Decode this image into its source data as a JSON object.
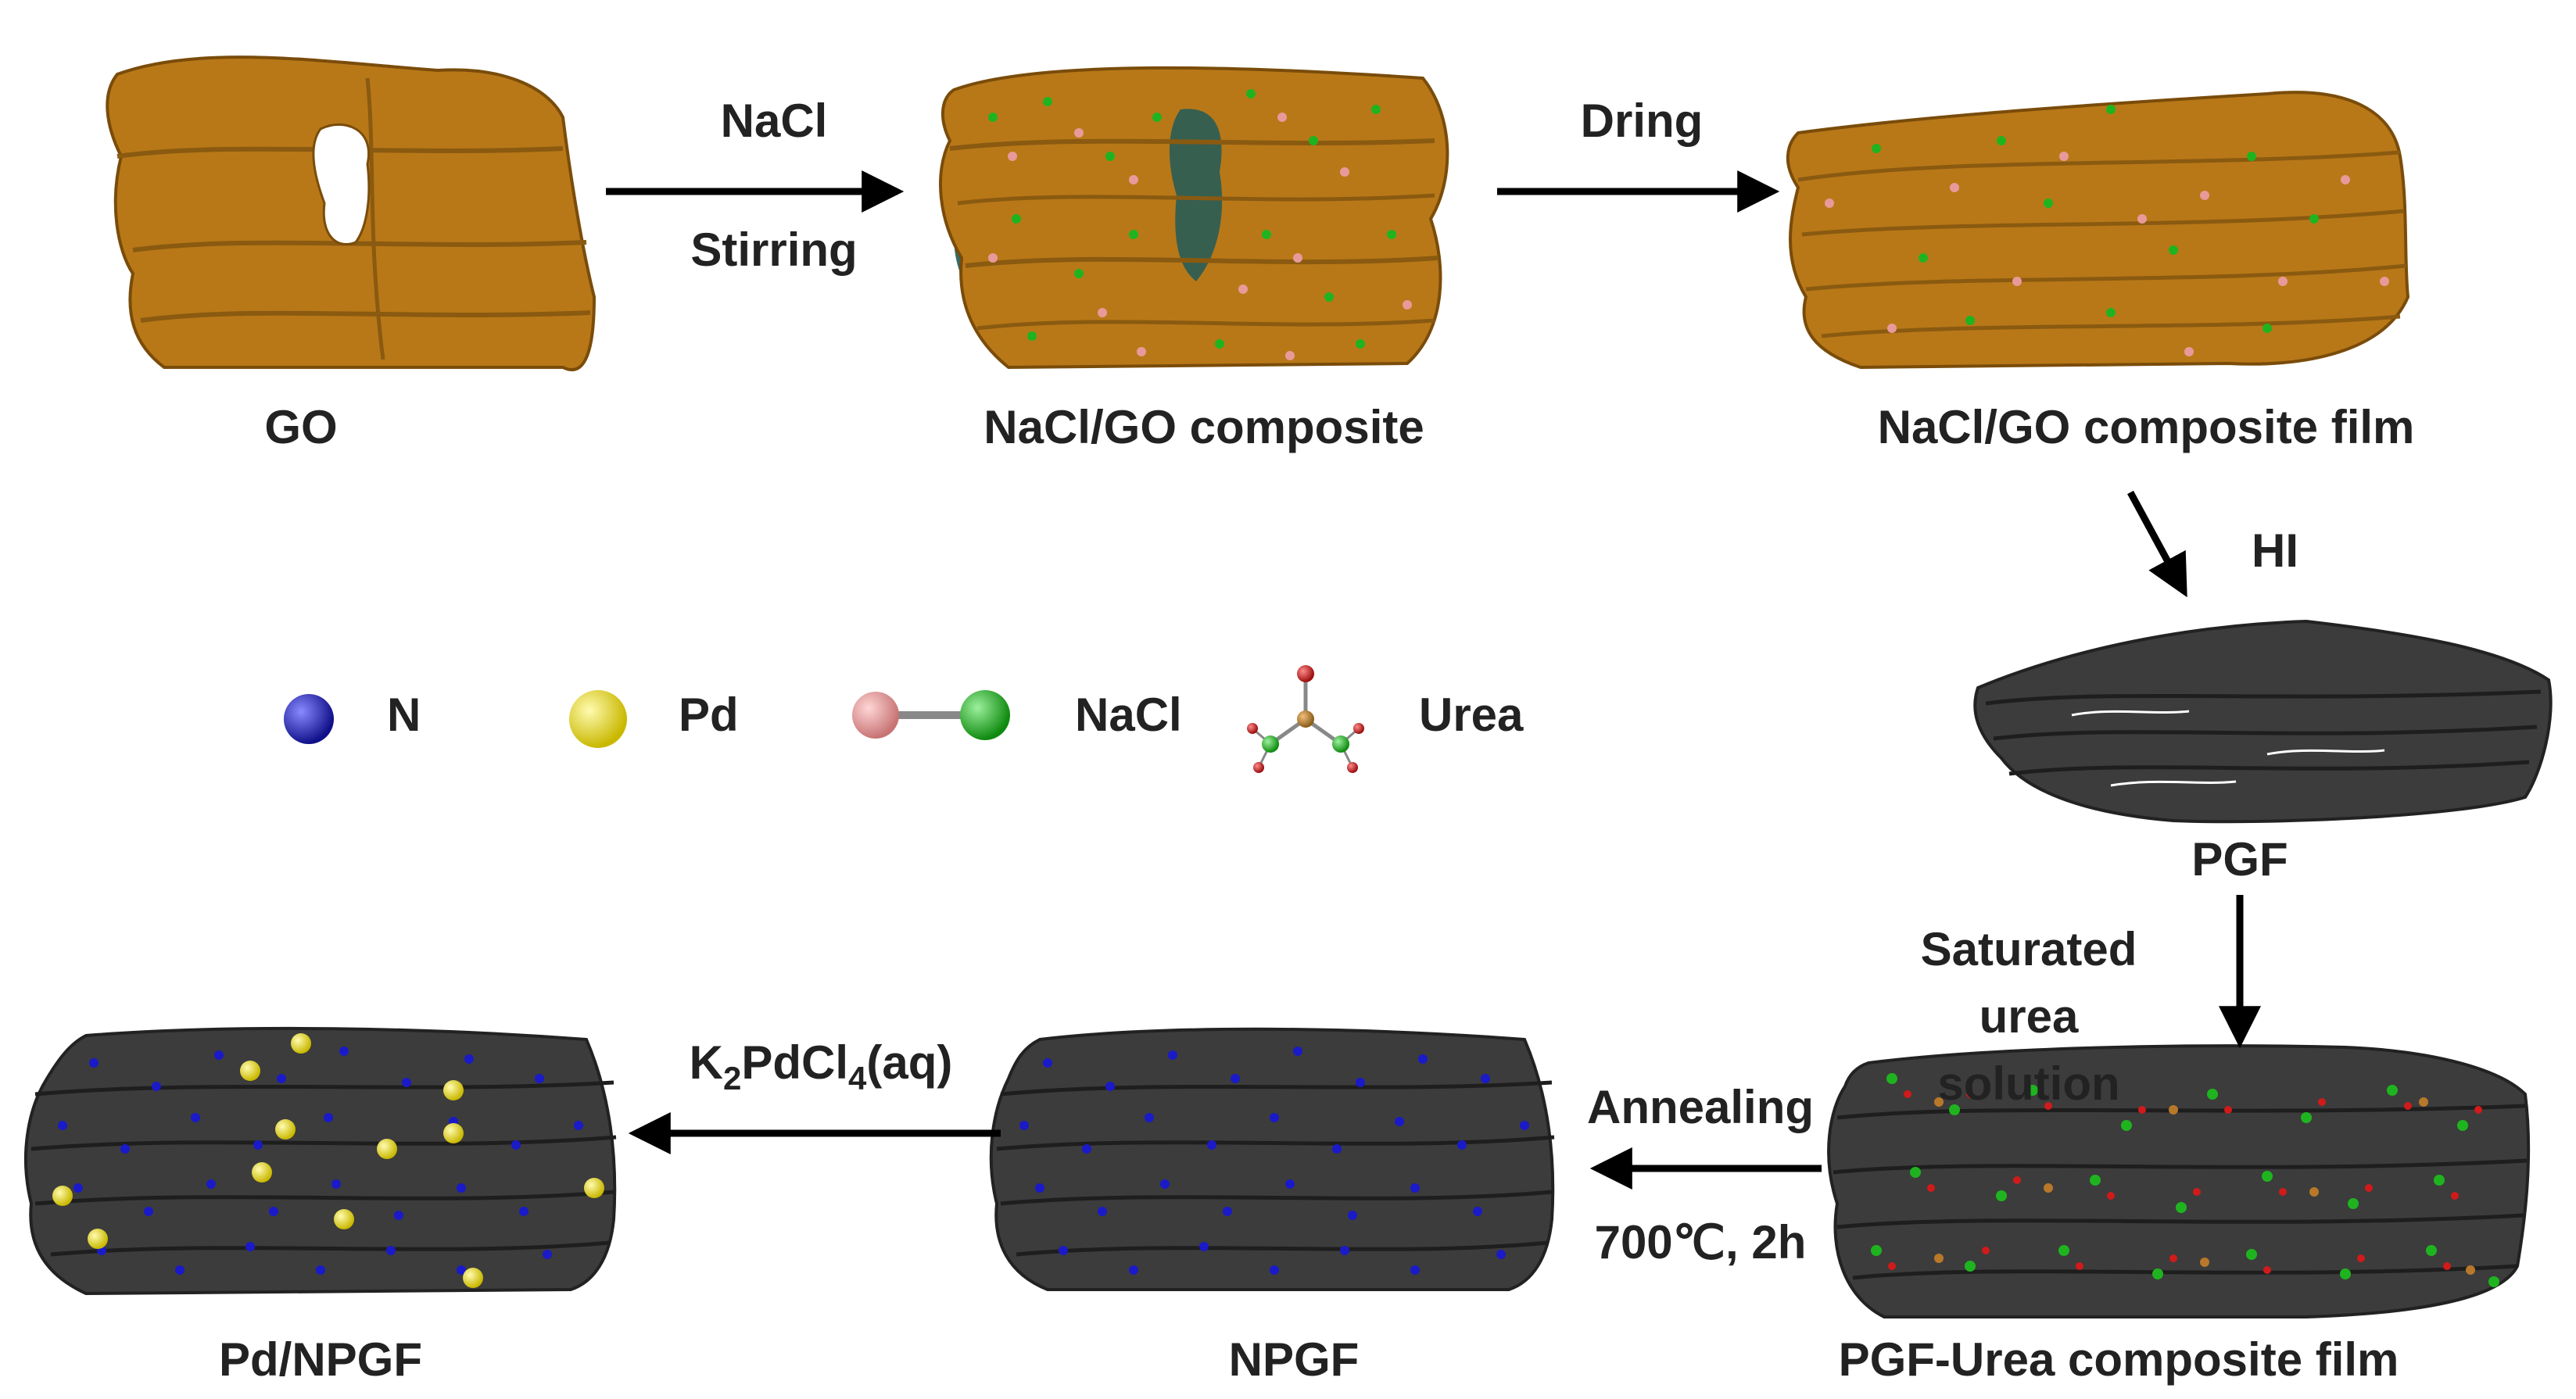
{
  "steps": {
    "s1_top": "NaCl",
    "s1_bottom": "Stirring",
    "s2_top": "Dring",
    "s3": "HI",
    "s4": "Saturated urea solution",
    "s5_top": "Annealing",
    "s5_bottom": "700℃, 2h",
    "s6_main": "K",
    "s6_sub1": "2",
    "s6_mid": "PdCl",
    "s6_sub2": "4",
    "s6_tail": "(aq)"
  },
  "products": {
    "go": "GO",
    "nacl_go": "NaCl/GO composite",
    "nacl_go_film": "NaCl/GO composite film",
    "pgf": "PGF",
    "pgf_urea": "PGF-Urea composite film",
    "npgf": "NPGF",
    "pd_npgf": "Pd/NPGF"
  },
  "legend": {
    "n": "N",
    "pd": "Pd",
    "nacl": "NaCl",
    "urea": "Urea"
  },
  "colors": {
    "go_sheet": "#B87818",
    "graphene_sheet": "#3C3C3C",
    "nitrogen": "#1A1AC8",
    "palladium": "#F2E41A",
    "sodium": "#E89A9A",
    "chlorine": "#1FB41F",
    "urea_carbon": "#B8782A",
    "urea_oxygen": "#D11A1A",
    "water": "#1F5A5A",
    "arrow": "#000000"
  }
}
